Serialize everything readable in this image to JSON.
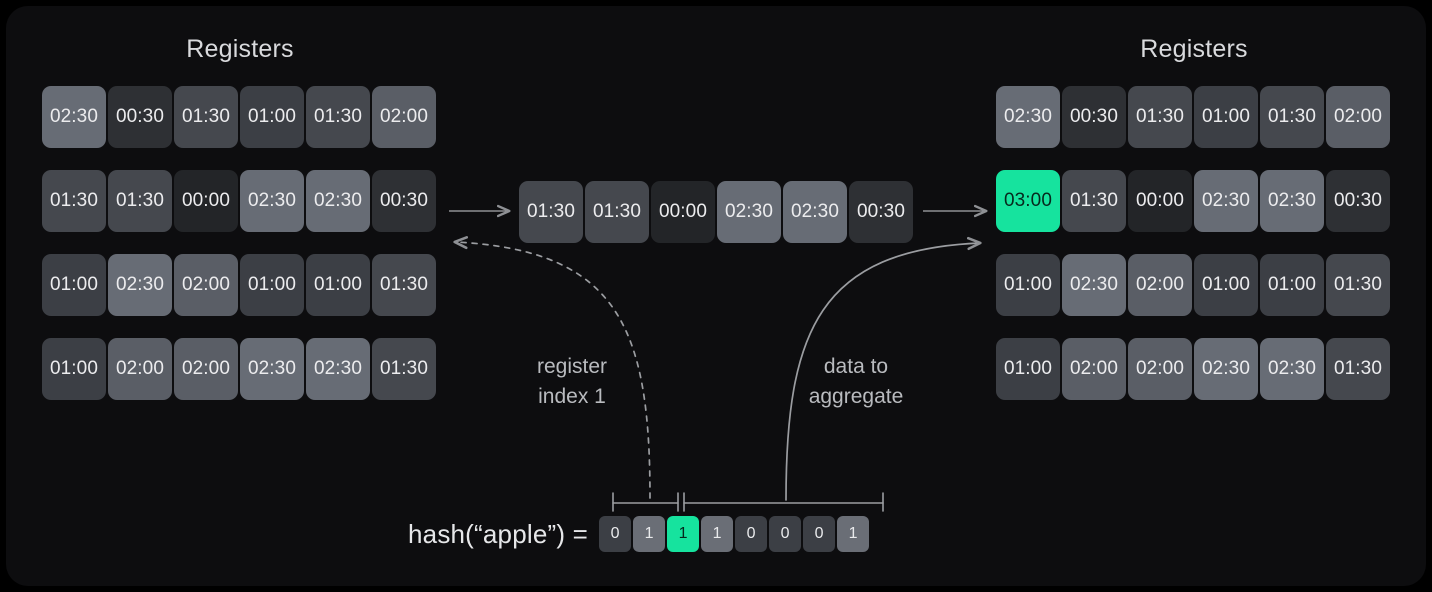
{
  "theme": {
    "page_background": "#000000",
    "card_background": "#0d0d0f",
    "accent_green": "#16e39e",
    "accent_green_text": "#06291d",
    "line_color": "#8e9094",
    "text_primary": "#e6e7e9",
    "text_secondary": "#b9bbbf",
    "value_colors": {
      "00:00": "#232528",
      "00:30": "#2e3034",
      "01:00": "#3c3f45",
      "01:30": "#45484e",
      "02:00": "#5a5e66",
      "02:30": "#676c75",
      "03:00": "#16e39e"
    },
    "bit_colors": {
      "0": "#3c3f45",
      "1": "#6a6e76",
      "highlight": "#16e39e"
    }
  },
  "left_panel": {
    "title": "Registers",
    "rows": [
      [
        "02:30",
        "00:30",
        "01:30",
        "01:00",
        "01:30",
        "02:00"
      ],
      [
        "01:30",
        "01:30",
        "00:00",
        "02:30",
        "02:30",
        "00:30"
      ],
      [
        "01:00",
        "02:30",
        "02:00",
        "01:00",
        "01:00",
        "01:30"
      ],
      [
        "01:00",
        "02:00",
        "02:00",
        "02:30",
        "02:30",
        "01:30"
      ]
    ]
  },
  "middle_row": {
    "values": [
      "01:30",
      "01:30",
      "00:00",
      "02:30",
      "02:30",
      "00:30"
    ]
  },
  "right_panel": {
    "title": "Registers",
    "rows": [
      [
        "02:30",
        "00:30",
        "01:30",
        "01:00",
        "01:30",
        "02:00"
      ],
      [
        "03:00",
        "01:30",
        "00:00",
        "02:30",
        "02:30",
        "00:30"
      ],
      [
        "01:00",
        "02:30",
        "02:00",
        "01:00",
        "01:00",
        "01:30"
      ],
      [
        "01:00",
        "02:00",
        "02:00",
        "02:30",
        "02:30",
        "01:30"
      ]
    ],
    "highlight": {
      "row": 1,
      "col": 0,
      "value": "03:00"
    }
  },
  "annotations": {
    "register_index": "register\nindex 1",
    "data_to_aggregate": "data to\naggregate"
  },
  "hash": {
    "expression": "hash(“apple”) =",
    "bits": [
      "0",
      "1",
      "1",
      "1",
      "0",
      "0",
      "0",
      "1"
    ],
    "highlight_index": 2,
    "index_bits_count": 2,
    "data_bits_count": 6
  }
}
